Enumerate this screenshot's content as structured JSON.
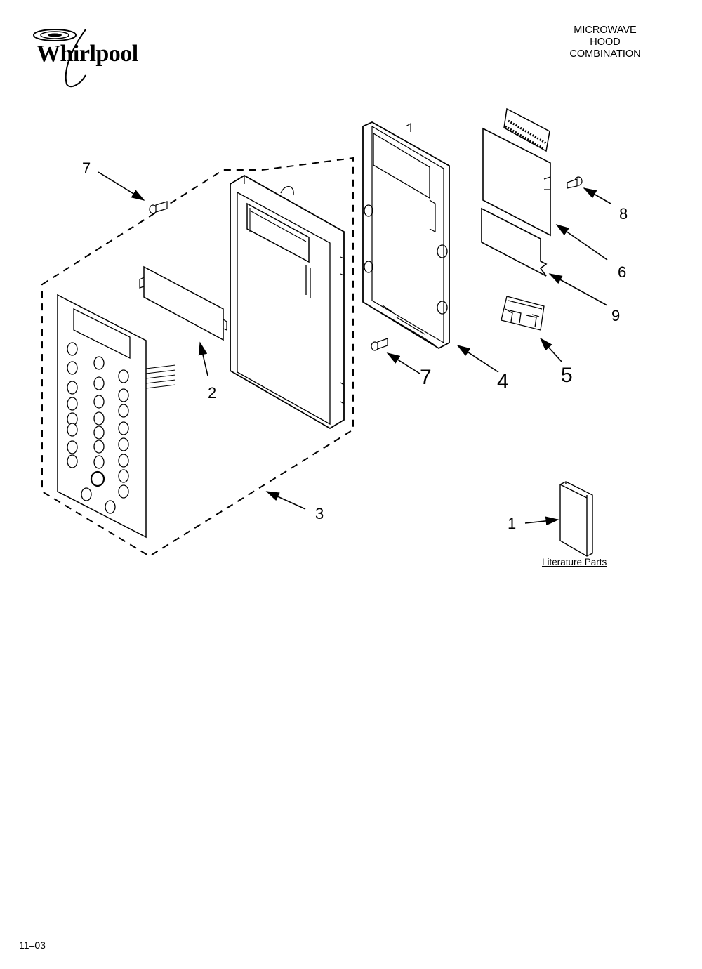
{
  "brand": {
    "name": "Whirlpool"
  },
  "title": {
    "line1": "MICROWAVE",
    "line2": "HOOD",
    "line3": "COMBINATION"
  },
  "callouts": {
    "c7_left": "7",
    "c2": "2",
    "c3": "3",
    "c7_right": "7",
    "c4": "4",
    "c5": "5",
    "c6": "6",
    "c8": "8",
    "c9": "9",
    "c1": "1"
  },
  "literature": {
    "caption": "Literature Parts"
  },
  "footer": {
    "code": "11–03"
  }
}
